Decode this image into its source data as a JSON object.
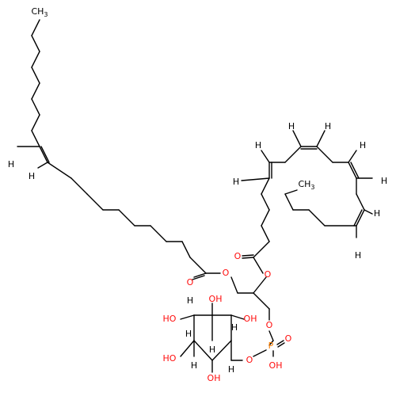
{
  "colors": {
    "bond": "#000000",
    "carbon_label": "#000000",
    "oxygen_label": "#ff0d0d",
    "phosphorus_label": "#ff8000"
  },
  "atom_labels": {
    "ch3_top": "CH3",
    "ch3_right": "CH3",
    "h_oleyl_1": "H",
    "h_oleyl_2": "H",
    "h_ara_1": "H",
    "h_ara_2": "H",
    "h_ara_3": "H",
    "h_ara_4": "H",
    "h_ara_5": "H",
    "h_ara_6": "H",
    "h_ara_7": "H",
    "h_ara_8": "H",
    "o_ester_left_carbonyl": "O",
    "o_ester_left": "O",
    "o_ester_right_carbonyl": "O",
    "o_ester_right": "O",
    "o_phosphate_1": "O",
    "p_phosphate": "P",
    "o_phosphate_double": "O",
    "o_phosphate_oh": "OH",
    "o_phosphate_ring": "O",
    "oh_ring_top": "OH",
    "oh_ring_right": "OH",
    "oh_ring_left_top": "HO",
    "oh_ring_left_bottom": "HO",
    "oh_ring_bottom": "OH",
    "h_ring_1": "H",
    "h_ring_2": "H",
    "h_ring_3": "H",
    "h_ring_4": "H",
    "h_ring_5": "H",
    "h_ring_6": "H"
  }
}
